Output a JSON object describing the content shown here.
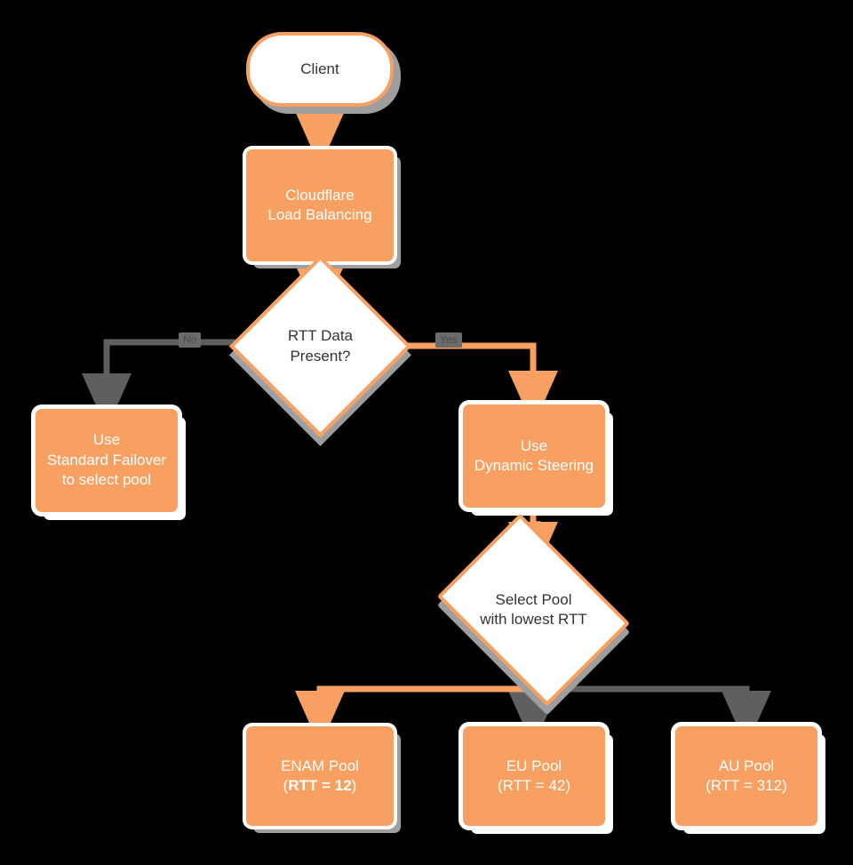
{
  "diagram": {
    "title": "Cloudflare Load Balancing RTT decision flow",
    "background_color": "#000000",
    "accent_color": "#f8a061",
    "inactive_color": "#5f5f5f",
    "node_text_color": "#ffffff",
    "decision_text_color": "#333333",
    "nodes": {
      "client": {
        "label": "Client",
        "shape": "stadium"
      },
      "load_balancing": {
        "line1": "Cloudflare",
        "line2": "Load Balancing",
        "shape": "rect"
      },
      "rtt_decision": {
        "line1": "RTT Data",
        "line2": "Present?",
        "shape": "diamond"
      },
      "standard_failover": {
        "line1": "Use",
        "line2": "Standard Failover",
        "line3": "to select pool",
        "shape": "rect"
      },
      "dynamic_steering": {
        "line1": "Use",
        "line2": "Dynamic Steering",
        "shape": "rect"
      },
      "select_pool": {
        "line1": "Select Pool",
        "line2": "with lowest RTT",
        "shape": "diamond"
      },
      "enam_pool": {
        "line1": "ENAM Pool",
        "metric_open": "(",
        "metric": "RTT = 12",
        "metric_close": ")",
        "shape": "rect",
        "selected": true
      },
      "eu_pool": {
        "line1": "EU Pool",
        "metric_open": "(",
        "metric": "RTT = 42",
        "metric_close": ")",
        "shape": "rect",
        "selected": false
      },
      "au_pool": {
        "line1": "AU Pool",
        "metric_open": "(",
        "metric": "RTT = 312",
        "metric_close": ")",
        "shape": "rect",
        "selected": false
      }
    },
    "edge_labels": {
      "no_branch": "No",
      "yes_branch": "Yes"
    }
  }
}
